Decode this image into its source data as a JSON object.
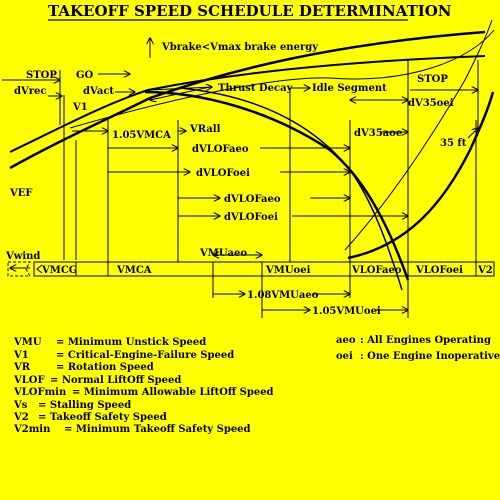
{
  "title": "TAKEOFF SPEED SCHEDULE DETERMINATION",
  "labels": {
    "vbrake": "Vbrake<Vmax brake energy",
    "stop_left": "STOP",
    "go": "GO",
    "dvrec": "dVrec",
    "dvact": "dVact",
    "thrust_decay": "Thrust Decay",
    "idle_segment": "Idle Segment",
    "stop_right": "STOP",
    "v1": "V1",
    "dv35oei": "dV35oei",
    "vrall": "VRall",
    "vmca105": "1.05VMCA",
    "dvlofaeo_1": "dVLOFaeo",
    "dv35aoe": "dV35aoe",
    "ft35": "35 ft",
    "dvlofoei_1": "dVLOFoei",
    "vef": "VEF",
    "dvlofaeo_2": "dVLOFaeo",
    "dvlofoei_2": "dVLOFoei",
    "vmuaeo_top": "VMUaeo",
    "vwind": "Vwind"
  },
  "scale": {
    "vmcg": "VMCG",
    "vmca": "VMCA",
    "vmuoei": "VMUoei",
    "vlofaeo": "VLOFaeo",
    "vlofoei": "VLOFoei",
    "v2": "V2"
  },
  "below": {
    "vmuaeo108": "1.08VMUaeo",
    "vmuoei105": "1.05VMUoei"
  },
  "legend": [
    {
      "abbr": "VMU",
      "def": "= Minimum Unstick Speed"
    },
    {
      "abbr": "V1",
      "def": "= Critical-Engine-Failure Speed"
    },
    {
      "abbr": "VR",
      "def": "= Rotation Speed"
    },
    {
      "abbr": "VLOF",
      "def": "= Normal LiftOff Speed"
    },
    {
      "abbr": "VLOFmin",
      "def": "= Minimum Allowable LiftOff Speed"
    },
    {
      "abbr": "Vs",
      "def": "= Stalling Speed"
    },
    {
      "abbr": "V2",
      "def": "= Takeoff Safety Speed"
    },
    {
      "abbr": "V2min",
      "def": "= Minimum Takeoff Safety Speed"
    }
  ],
  "legend_right": [
    {
      "abbr": "aeo",
      "def": ": All Engines Operating"
    },
    {
      "abbr": "oei",
      "def": ": One Engine Inoperative"
    }
  ],
  "colors": {
    "background": "#ffff00",
    "ink": "#000000"
  }
}
